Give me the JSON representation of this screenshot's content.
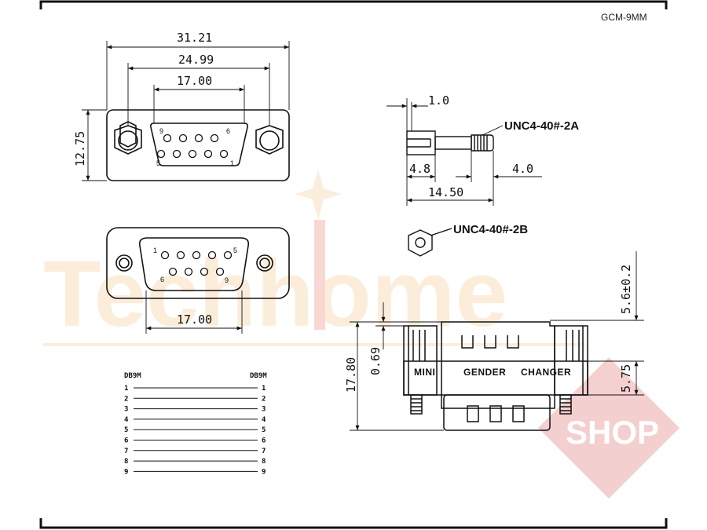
{
  "model_code": "GCM-9MM",
  "watermark": {
    "text": "Techhome",
    "shop": "SHOP"
  },
  "dimensions": {
    "overall_width": "31.21",
    "flange_holes": "24.99",
    "shell_width": "17.00",
    "height": "12.75",
    "bottom_shell_width": "17.00",
    "screw_head": "1.0",
    "screw_neck": "4.8",
    "screw_thread": "4.0",
    "screw_length": "14.50",
    "side_top": "5.6±0.2",
    "side_plate": "0.69",
    "side_height": "17.80",
    "side_lower": "5.75"
  },
  "parts": {
    "screw": "UNC4-40#-2A",
    "nut": "UNC4-40#-2B"
  },
  "body_text": {
    "mini": "MINI",
    "gender": "GENDER",
    "changer": "CHANGER"
  },
  "pins": {
    "front": {
      "top_left": "9",
      "top_right": "6",
      "bottom_left": "5",
      "bottom_right": "1"
    },
    "rear": {
      "top_left": "1",
      "top_right": "5",
      "bottom_left": "6",
      "bottom_right": "9"
    }
  },
  "wiring": {
    "left_header": "DB9M",
    "right_header": "DB9M",
    "rows": [
      {
        "left": "1",
        "right": "1"
      },
      {
        "left": "2",
        "right": "2"
      },
      {
        "left": "3",
        "right": "3"
      },
      {
        "left": "4",
        "right": "4"
      },
      {
        "left": "5",
        "right": "5"
      },
      {
        "left": "6",
        "right": "6"
      },
      {
        "left": "7",
        "right": "7"
      },
      {
        "left": "8",
        "right": "8"
      },
      {
        "left": "9",
        "right": "9"
      }
    ]
  }
}
